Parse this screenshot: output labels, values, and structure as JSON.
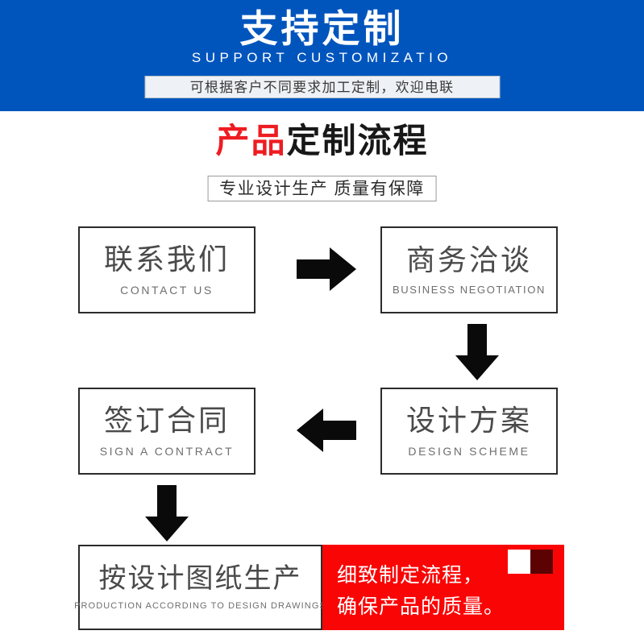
{
  "banner": {
    "title_cn": "支持定制",
    "title_en": "SUPPORT CUSTOMIZATIO",
    "pill_text": "可根据客户不同要求加工定制，欢迎电联",
    "bg_color": "#0055bd",
    "pill_bg_color": "#eef1f5"
  },
  "section": {
    "title_red": "产品",
    "title_dark": "定制流程",
    "subtitle": "专业设计生产 质量有保障",
    "accent_red": "#ee1c22"
  },
  "flow": {
    "steps": [
      {
        "cn": "联系我们",
        "en": "CONTACT US"
      },
      {
        "cn": "商务洽谈",
        "en": "BUSINESS  NEGOTIATION"
      },
      {
        "cn": "设计方案",
        "en": "DESIGN  SCHEME"
      },
      {
        "cn": "签订合同",
        "en": "SIGN A CONTRACT"
      },
      {
        "cn": "按设计图纸生产",
        "en": "PRODUCTION  ACCORDING  TO  DESIGN  DRAWINGS"
      }
    ],
    "arrows": [
      {
        "name": "arrow-right-top",
        "direction": "right"
      },
      {
        "name": "arrow-down-right",
        "direction": "down"
      },
      {
        "name": "arrow-left-mid",
        "direction": "left"
      },
      {
        "name": "arrow-down-left",
        "direction": "down"
      }
    ]
  },
  "callout": {
    "line1": "细致制定流程，",
    "line2": "确保产品的质量。",
    "bg_color": "#fa0505",
    "deco_left_color": "#ffffff",
    "deco_right_color": "#5c0202"
  }
}
